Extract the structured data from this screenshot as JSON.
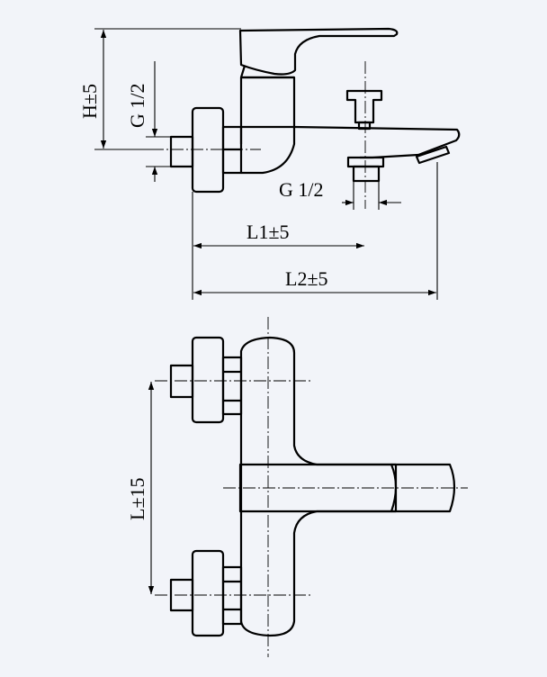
{
  "drawing": {
    "side_view": {
      "dim_height": "H±5",
      "dim_inlet_thread": "G 1/2",
      "dim_outlet_thread": "G 1/2",
      "dim_l1": "L1±5",
      "dim_l2": "L2±5"
    },
    "front_view": {
      "dim_spacing": "L±15"
    }
  },
  "colors": {
    "background": "#f2f4f9",
    "ink": "#000000"
  }
}
